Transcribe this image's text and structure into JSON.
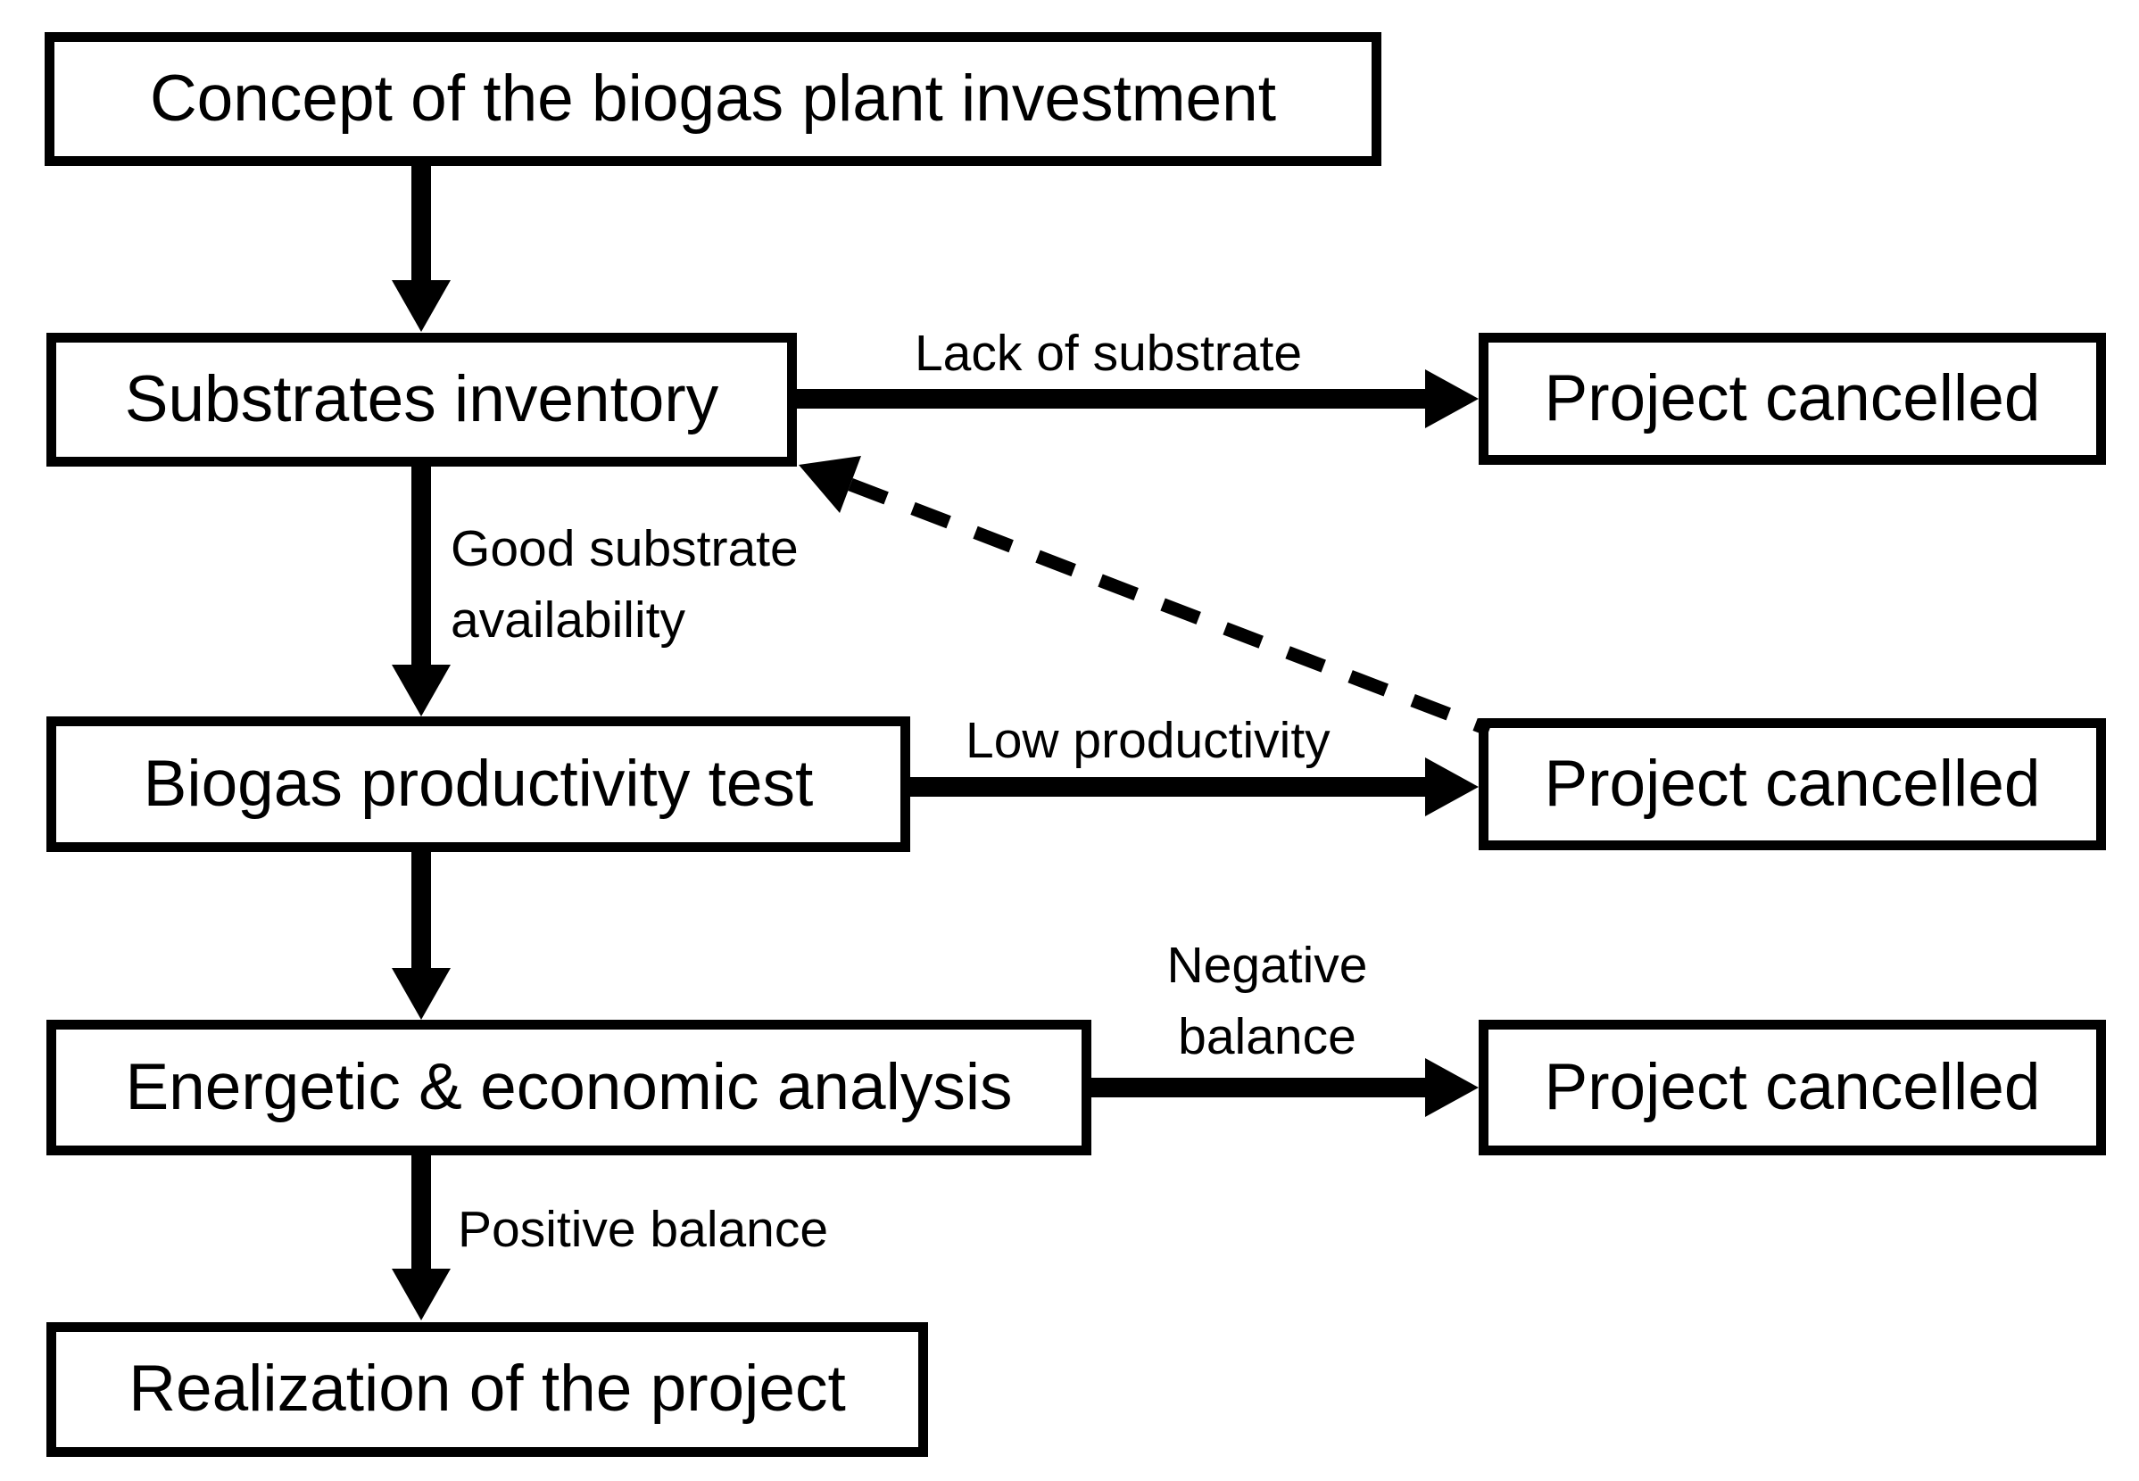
{
  "canvas": {
    "background": "#ffffff",
    "foreground": "#000000"
  },
  "nodes": {
    "concept": {
      "label": "Concept of the biogas plant investment"
    },
    "substrates": {
      "label": "Substrates inventory"
    },
    "cancelled_top": {
      "label": "Project cancelled"
    },
    "biogas_test": {
      "label": "Biogas productivity test"
    },
    "cancelled_mid": {
      "label": "Project cancelled"
    },
    "energetic": {
      "label": "Energetic & economic analysis"
    },
    "cancelled_bottom": {
      "label": "Project cancelled"
    },
    "realization": {
      "label": "Realization of the project"
    }
  },
  "edges": {
    "lack_of_substrate": {
      "label": "Lack of substrate"
    },
    "good_substrate": {
      "label_line1": "Good substrate",
      "label_line2": "availability"
    },
    "low_productivity": {
      "label": "Low productivity"
    },
    "negative_balance": {
      "label_line1": "Negative",
      "label_line2": "balance"
    },
    "positive_balance": {
      "label": "Positive balance"
    }
  }
}
